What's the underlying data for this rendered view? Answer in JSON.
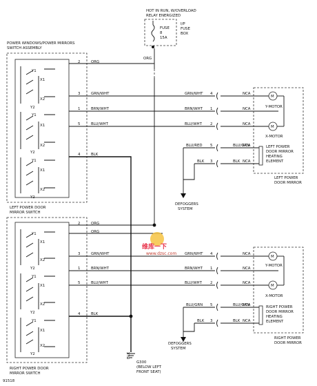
{
  "relay_label": [
    "HOT IN RUN, W/OVERLOAD",
    "RELAY ENERGIZED"
  ],
  "fuse": {
    "name": "FUSE",
    "number": "8",
    "rating": "15A",
    "box_label": [
      "I/P",
      "FUSE",
      "BOX"
    ]
  },
  "top_switch_title": [
    "POWER WINDOWS/POWER MIRRORS",
    "SWITCH ASSEMBLY"
  ],
  "left_switch_title": [
    "LEFT POWER DOOR",
    "MIRROR SWITCH"
  ],
  "right_switch_title": [
    "RIGHT POWER DOOR",
    "MIRROR SWITCH"
  ],
  "switch_contacts": [
    "Y1",
    "X1",
    "X2",
    "Y2"
  ],
  "top_wires": [
    {
      "pin": "2",
      "color": "ORG"
    },
    {
      "pin": "3",
      "color": "GRN/WHT"
    },
    {
      "pin": "1",
      "color": "BRN/WHT"
    },
    {
      "pin": "5",
      "color": "BLU/WHT"
    },
    {
      "pin": "4",
      "color": "BLK"
    }
  ],
  "bottom_wires": [
    {
      "pin": "2",
      "color": "ORG"
    },
    {
      "pin": "",
      "color": "ORG"
    },
    {
      "pin": "3",
      "color": "GRN/WHT"
    },
    {
      "pin": "1",
      "color": "BRN/WHT"
    },
    {
      "pin": "5",
      "color": "BLU/WHT"
    },
    {
      "pin": "4",
      "color": "BLK"
    }
  ],
  "feed_wire": "ORG",
  "left_mirror": {
    "wires": [
      {
        "color": "GRN/WHT",
        "pin": "4",
        "nca": "NCA"
      },
      {
        "color": "BRN/WHT",
        "pin": "1",
        "nca": "NCA"
      },
      {
        "color": "BLU/WHT",
        "pin": "2",
        "nca": "NCA"
      },
      {
        "color": "BLU/RED",
        "color2": "BLU/GRN",
        "pin": "5",
        "nca": "NCA"
      },
      {
        "color": "BLK",
        "color2": "BLK",
        "pin": "3",
        "nca": "NCA"
      }
    ],
    "motors": [
      "Y-MOTOR",
      "X-MOTOR"
    ],
    "heater": [
      "LEFT POWER",
      "DOOR MIRROR",
      "HEATING",
      "ELEMENT"
    ],
    "caption": [
      "LEFT POWER",
      "DOOR MIRROR"
    ],
    "defog": [
      "DEFOGGERS",
      "SYSTEM"
    ]
  },
  "right_mirror": {
    "wires": [
      {
        "color": "GRN/WHT",
        "pin": "4",
        "nca": "NCA"
      },
      {
        "color": "BRN/WHT",
        "pin": "1",
        "nca": "NCA"
      },
      {
        "color": "BLU/WHT",
        "pin": "2",
        "nca": "NCA"
      },
      {
        "color": "BLU/GRN",
        "color2": "BLU/GRN",
        "pin": "5",
        "nca": "NCA"
      },
      {
        "color": "BLK",
        "color2": "BLK",
        "pin": "3",
        "nca": "NCA"
      }
    ],
    "motors": [
      "Y-MOTOR",
      "X-MOTOR"
    ],
    "heater": [
      "RIGHT POWER",
      "DOOR MIRROR",
      "HEATING",
      "ELEMENT"
    ],
    "caption": [
      "RIGHT POWER",
      "DOOR MIRROR"
    ],
    "defog": [
      "DEFOGGERS",
      "SYSTEM"
    ]
  },
  "ground": {
    "wire": "BLK",
    "name": "G300",
    "note": [
      "(BELOW LEFT",
      "FRONT SEAT)"
    ]
  },
  "figure_id": "91518",
  "watermark": {
    "line1": "维库一下",
    "line2": "www.dzsc.com"
  }
}
